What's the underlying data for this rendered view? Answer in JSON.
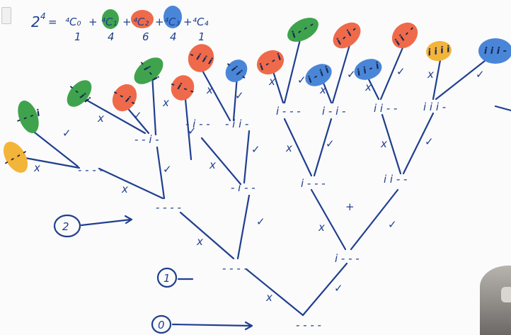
{
  "formula": {
    "lhs": "2",
    "lhs_exp": "4",
    "eq": "=",
    "terms": [
      "⁴C₀",
      "⁴C₁",
      "⁴C₂",
      "⁴C₃",
      "⁴C₄"
    ],
    "plus": "+",
    "values": [
      "1",
      "4",
      "6",
      "4",
      "1"
    ]
  },
  "colors": {
    "ink": "#1f3f8f",
    "green": "#3fa34d",
    "red": "#ef6a4a",
    "blue": "#4a86d8",
    "yellow": "#f3b43a"
  },
  "levels": {
    "level0": {
      "marker": "0",
      "node": "- - - -"
    },
    "level1": {
      "marker": "1",
      "nodes": [
        "- - - -",
        "i - - -"
      ]
    },
    "level2": {
      "marker": "2",
      "nodes": [
        "- - - -",
        "- i - -",
        "i - - -",
        "i i - -"
      ]
    },
    "level3": {
      "nodes": [
        "- - - -",
        "- - i -",
        "- i - -",
        "- i i -",
        "i - - -",
        "i - i -",
        "i i - -",
        "i i i -"
      ]
    }
  },
  "edge_marks": {
    "cross": "x",
    "check": "✓",
    "plus": "+"
  },
  "leaves": [
    {
      "label": "- - - i",
      "color": "green"
    },
    {
      "label": "- - - -",
      "color": "yellow"
    },
    {
      "label": "- - i i",
      "color": "green"
    },
    {
      "label": "- - i -",
      "color": "red"
    },
    {
      "label": "- i - i",
      "color": "green"
    },
    {
      "label": "- i - -",
      "color": "red"
    },
    {
      "label": "- i i i",
      "color": "red"
    },
    {
      "label": "- i i -",
      "color": "blue"
    },
    {
      "label": "i - - i",
      "color": "red"
    },
    {
      "label": "i - - -",
      "color": "green"
    },
    {
      "label": "i - i i",
      "color": "blue"
    },
    {
      "label": "i - i -",
      "color": "red"
    },
    {
      "label": "i i - i",
      "color": "blue"
    },
    {
      "label": "i i - -",
      "color": "red"
    },
    {
      "label": "i i i i",
      "color": "yellow"
    },
    {
      "label": "i i i -",
      "color": "blue"
    }
  ]
}
